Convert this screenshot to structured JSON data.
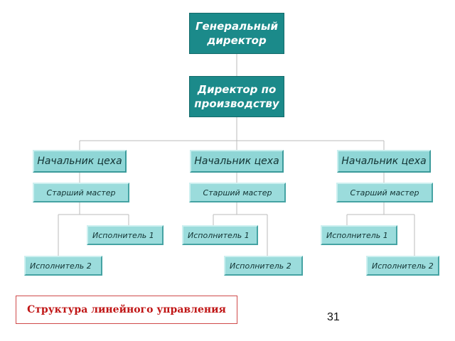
{
  "org_chart": {
    "general_director": "Генеральный директор",
    "production_director": "Директор по производству",
    "departments": [
      {
        "chief": "Начальник цеха",
        "master": "Старший мастер",
        "workers": [
          "Исполнитель 1",
          "Исполнитель 2"
        ]
      },
      {
        "chief": "Начальник цеха",
        "master": "Старший мастер",
        "workers": [
          "Исполнитель 1",
          "Исполнитель 2"
        ]
      },
      {
        "chief": "Начальник цеха",
        "master": "Старший мастер",
        "workers": [
          "Исполнитель 1",
          "Исполнитель 2"
        ]
      }
    ]
  },
  "caption": "Структура линейного управления",
  "page_number": "31",
  "colors": {
    "top_box": "#1b8a8a",
    "lower_box": "#9bdcdc",
    "connector": "#bbbbbb",
    "caption_text": "#c01515",
    "caption_border": "#d04a4a"
  }
}
